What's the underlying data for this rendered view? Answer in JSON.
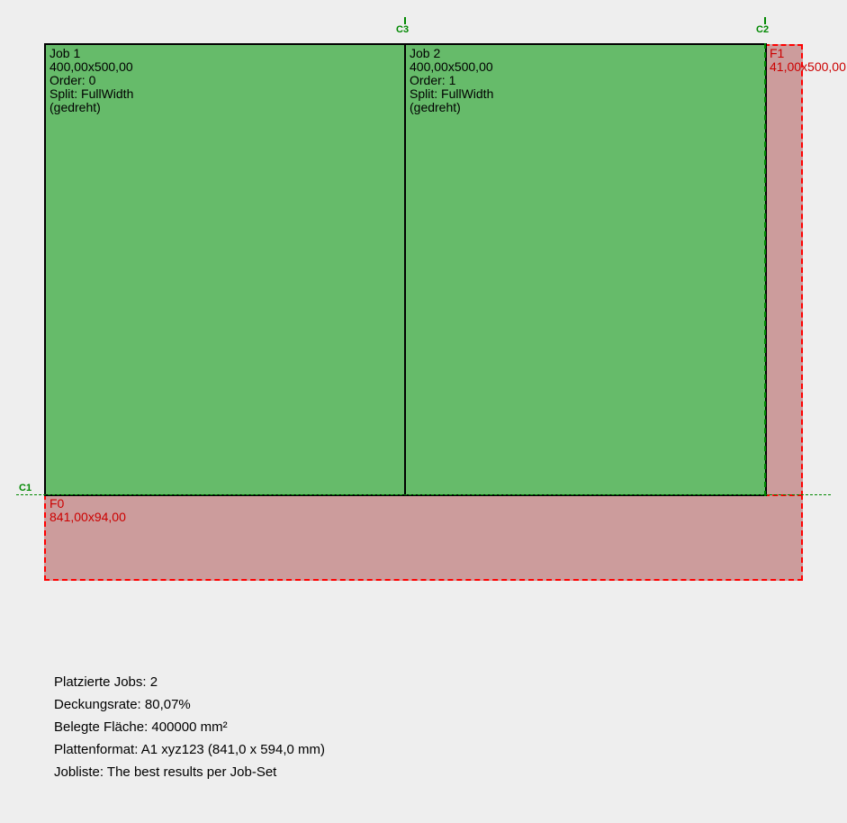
{
  "colors": {
    "job_fill": "#66bb6a",
    "free_fill": "#cc9c9c",
    "free_border": "#ff0000",
    "free_text": "#cc0000",
    "cut_line": "#008800",
    "background": "#eeeeee"
  },
  "free_areas": [
    {
      "name": "F0",
      "size": "841,00x94,00"
    },
    {
      "name": "F1",
      "size": "41,00x500,00"
    }
  ],
  "jobs": [
    {
      "title": "Job 1",
      "size": "400,00x500,00",
      "order": "Order: 0",
      "split": "Split: FullWidth",
      "rotated": "(gedreht)"
    },
    {
      "title": "Job 2",
      "size": "400,00x500,00",
      "order": "Order: 1",
      "split": "Split: FullWidth",
      "rotated": "(gedreht)"
    }
  ],
  "cuts": {
    "c1": "C1",
    "c2": "C2",
    "c3": "C3"
  },
  "stats": {
    "placed_jobs": "Platzierte Jobs: 2",
    "coverage": "Deckungsrate: 80,07%",
    "used_area": "Belegte Fläche: 400000 mm²",
    "plate_format": "Plattenformat: A1 xyz123 (841,0 x 594,0 mm)",
    "job_list": "Jobliste: The best results per Job-Set"
  }
}
